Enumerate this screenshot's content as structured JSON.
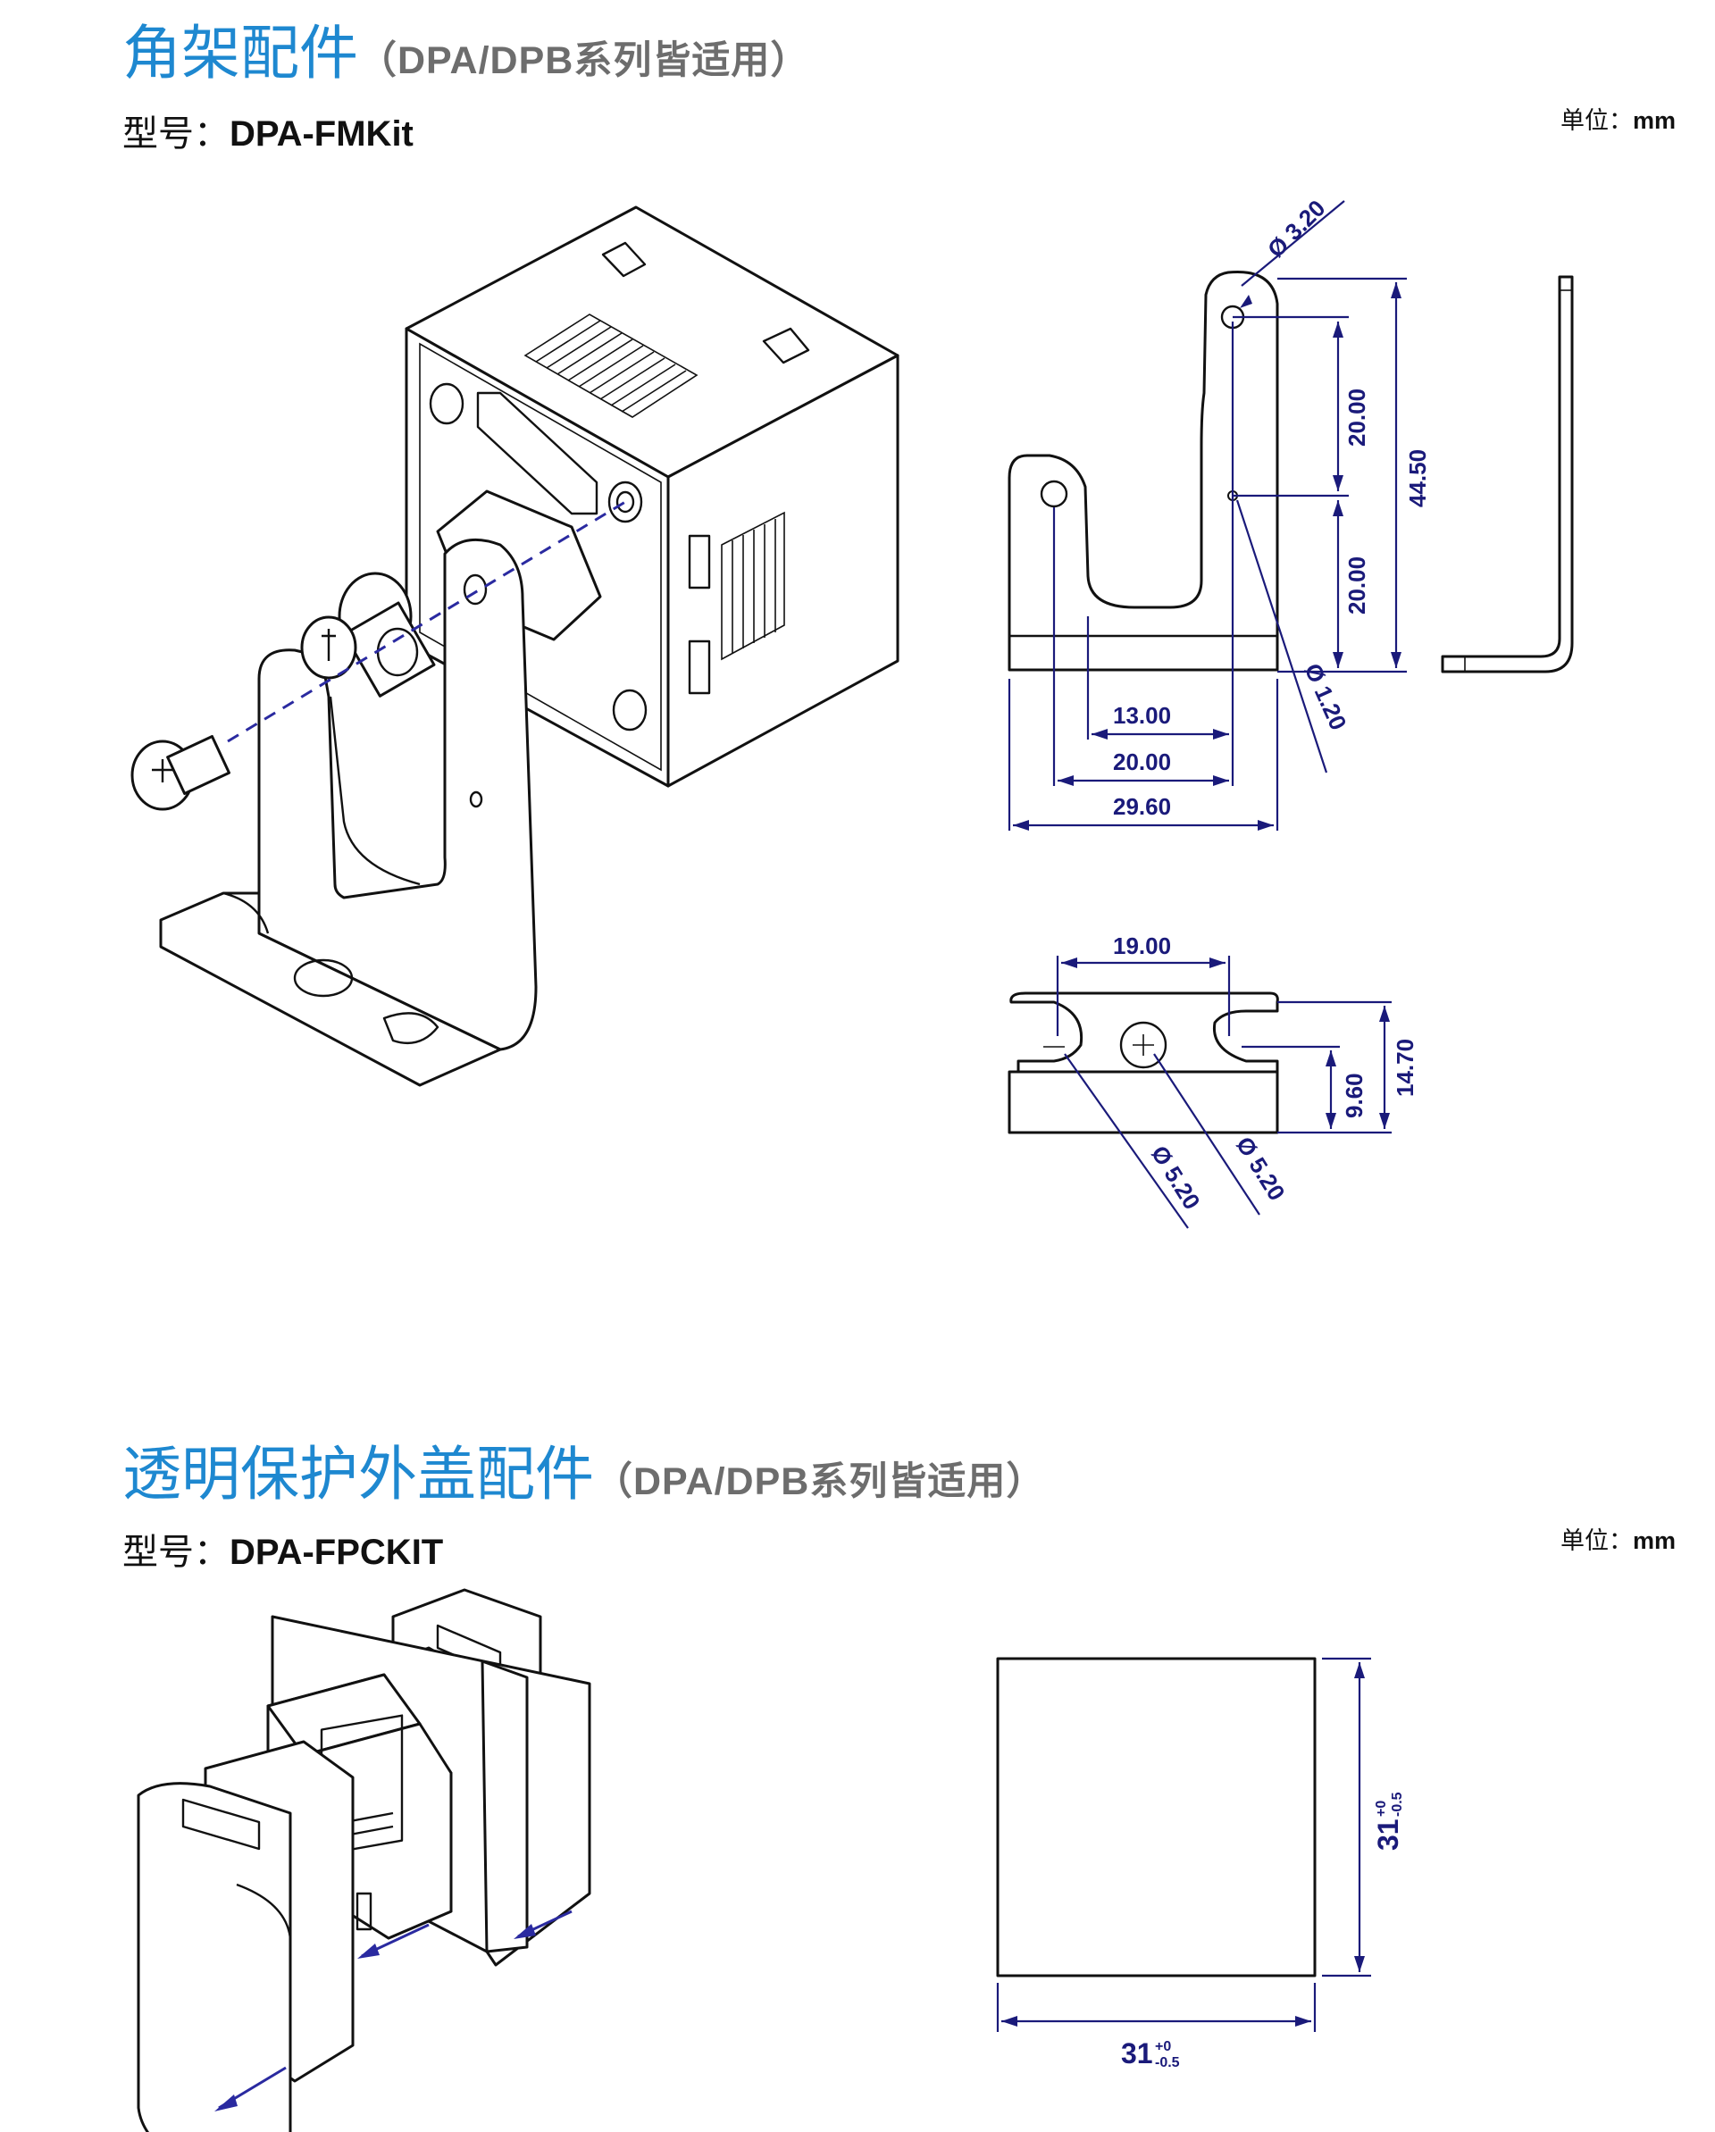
{
  "section1": {
    "title": "角架配件",
    "subtitle": "（DPA/DPB系列皆适用）",
    "model_label": "型号：",
    "model_value": "DPA-FMKit",
    "unit_label": "单位：",
    "unit_value": "mm"
  },
  "section1_dims": {
    "hole_top": "Ø 3.20",
    "height_upper": "20.00",
    "height_lower": "20.00",
    "height_total": "44.50",
    "hole_small": "Ø 1.20",
    "width_13": "13.00",
    "width_20": "20.00",
    "width_total": "29.60",
    "slot_pitch": "19.00",
    "slot_height": "9.60",
    "base_height": "14.70",
    "slot_dia_1": "Ø 5.20",
    "slot_dia_2": "Ø 5.20"
  },
  "section2": {
    "title": "透明保护外盖配件",
    "subtitle": "（DPA/DPB系列皆适用）",
    "model_label": "型号：",
    "model_value": "DPA-FPCKIT",
    "unit_label": "单位：",
    "unit_value": "mm"
  },
  "section2_dims": {
    "side_nominal": "31",
    "tol_plus": "+0",
    "tol_minus": "-0.5",
    "width_nominal": "31"
  },
  "colors": {
    "title_blue": "#1e88d0",
    "dimension_navy": "#1a1a7a",
    "subtitle_gray": "#6d6d6d"
  }
}
